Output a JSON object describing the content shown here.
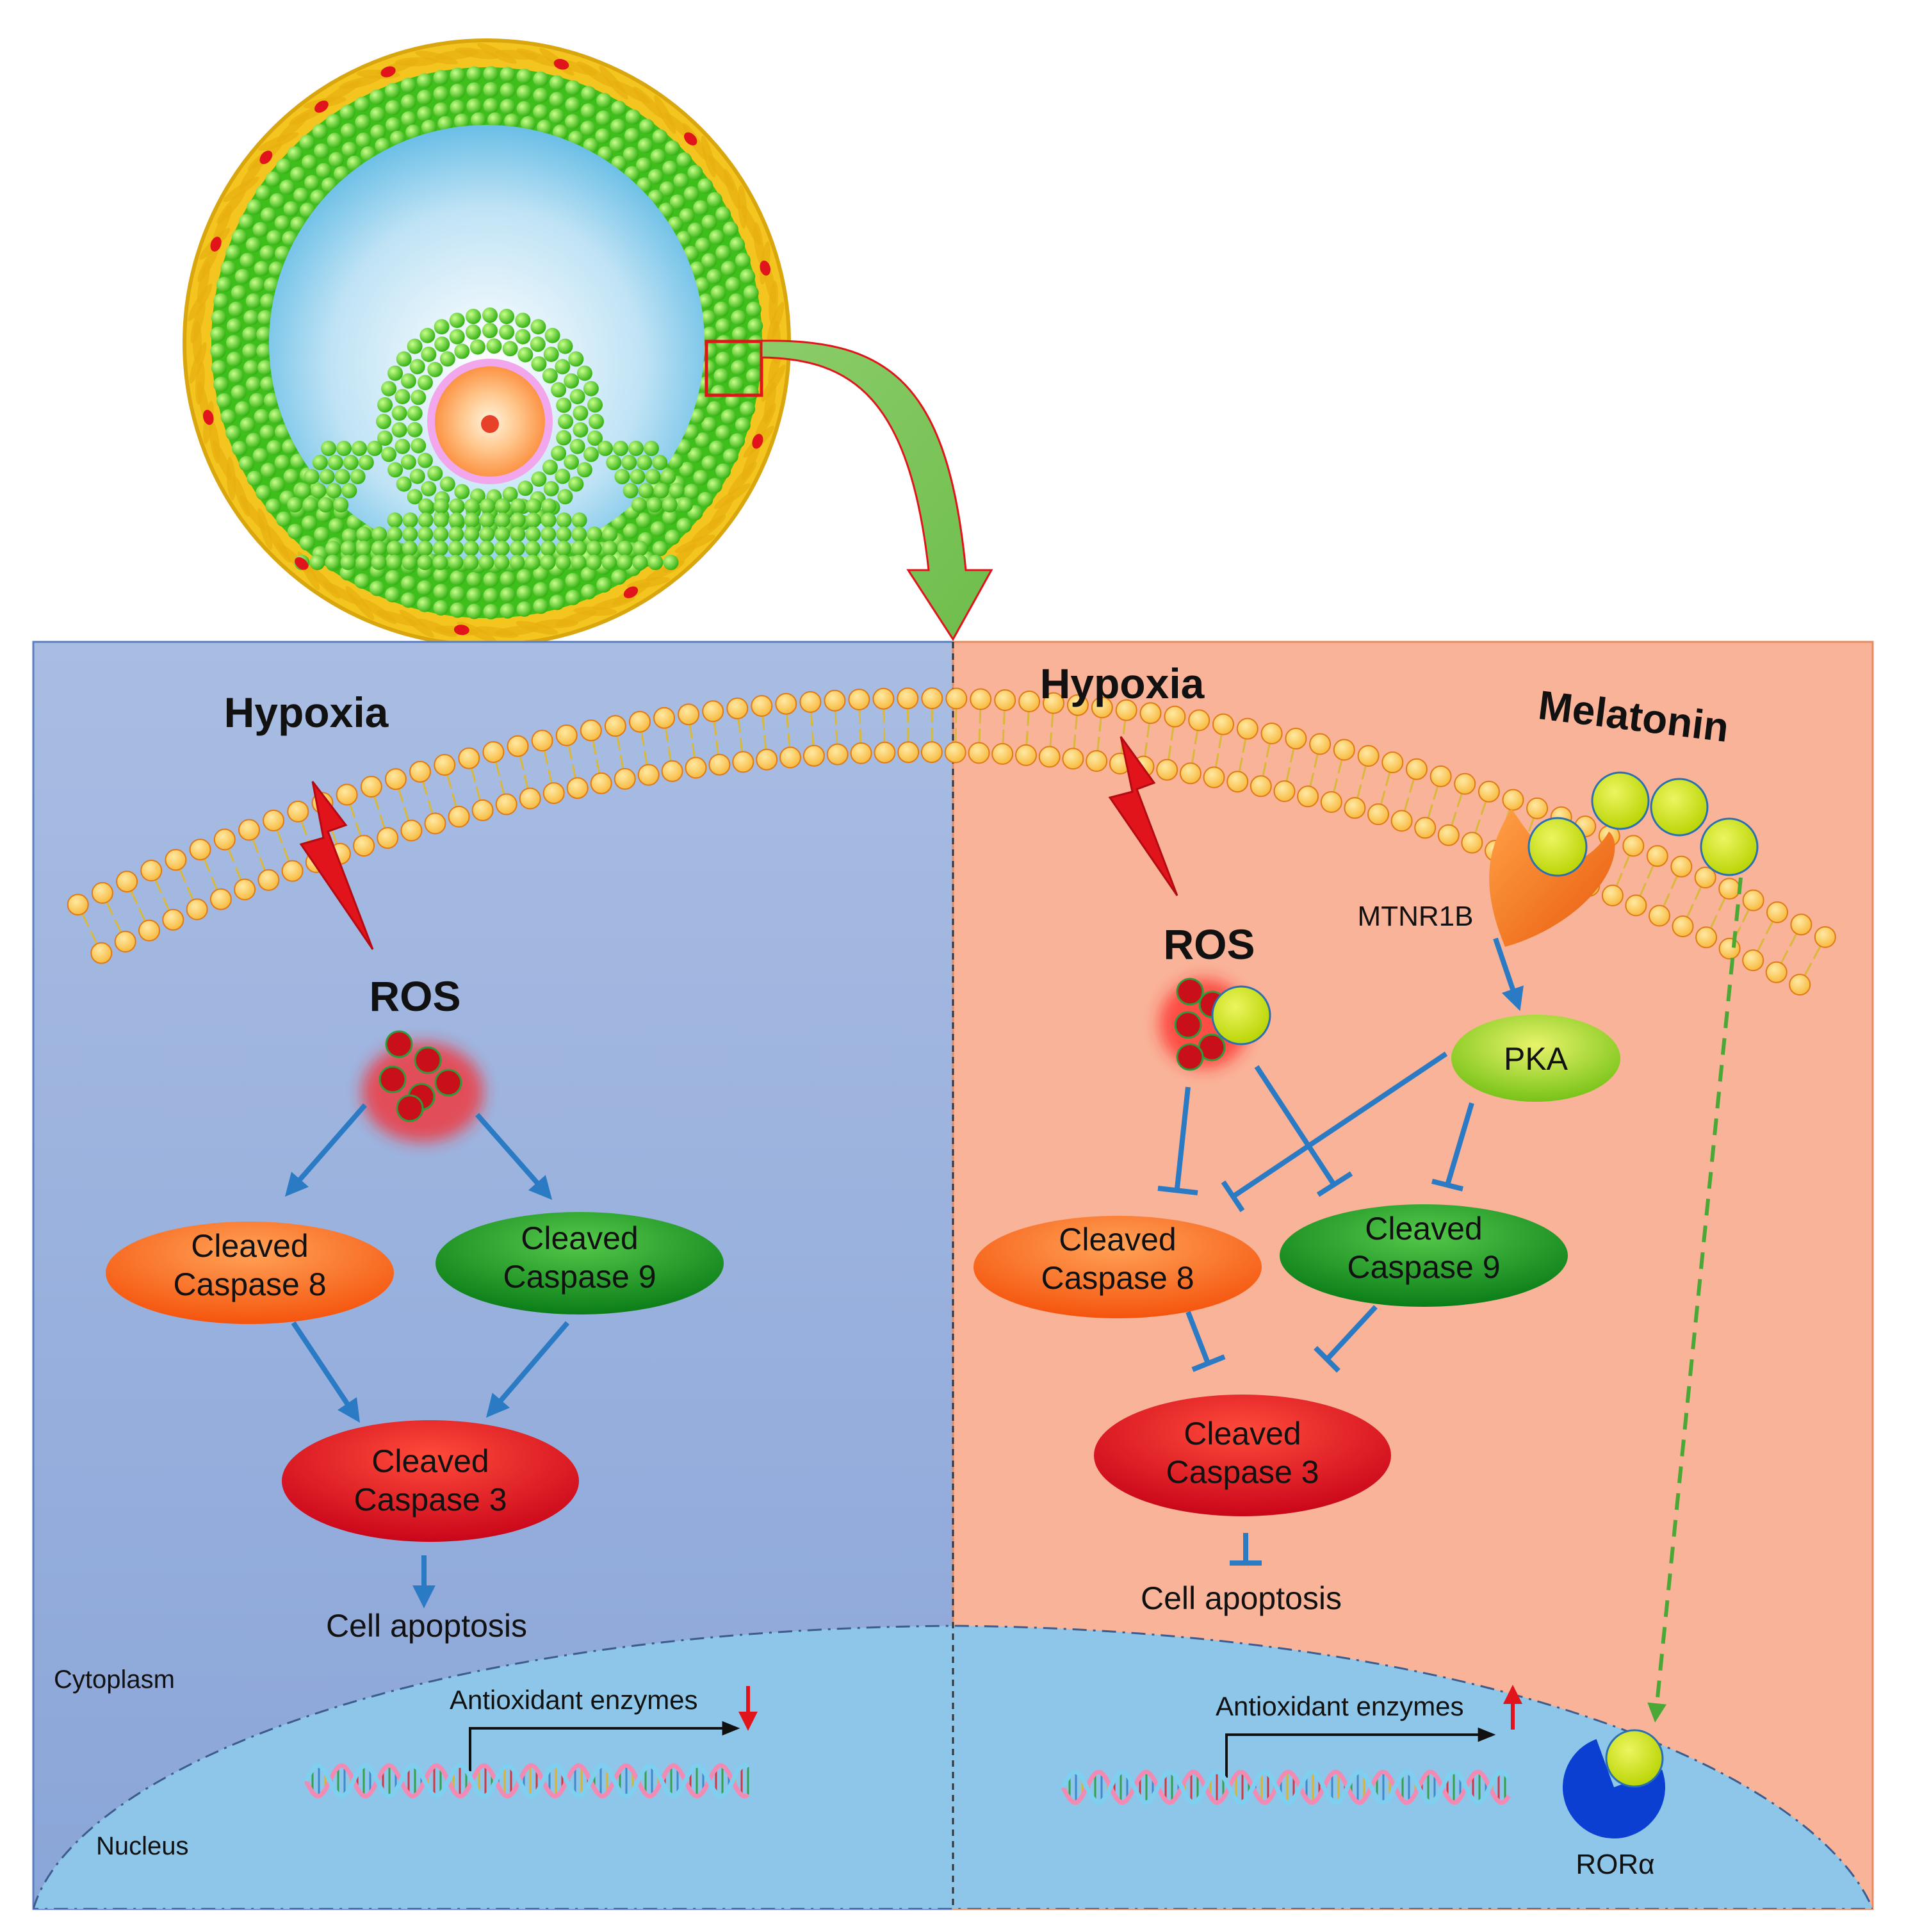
{
  "left_panel": {
    "hypoxia": "Hypoxia",
    "ros": "ROS",
    "caspase8": [
      "Cleaved",
      "Caspase 8"
    ],
    "caspase9": [
      "Cleaved",
      "Caspase 9"
    ],
    "caspase3": [
      "Cleaved",
      "Caspase 3"
    ],
    "apoptosis": "Cell apoptosis",
    "cytoplasm": "Cytoplasm",
    "nucleus": "Nucleus",
    "antioxidant": "Antioxidant enzymes"
  },
  "right_panel": {
    "hypoxia": "Hypoxia",
    "melatonin": "Melatonin",
    "ros": "ROS",
    "receptor": "MTNR1B",
    "pka": "PKA",
    "caspase8": [
      "Cleaved",
      "Caspase 8"
    ],
    "caspase9": [
      "Cleaved",
      "Caspase 9"
    ],
    "caspase3": [
      "Cleaved",
      "Caspase 3"
    ],
    "apoptosis": "Cell apoptosis",
    "antioxidant": "Antioxidant enzymes",
    "nuclear_receptor": "RORα"
  },
  "colors": {
    "left_bg": "#9db1de",
    "right_bg": "#f9b399",
    "nucleus": "#8dc6e8",
    "arrow": "#2a7ac4",
    "caspase8": "#fb6b1e",
    "caspase9": "#1b9a27",
    "caspase3": "#e0161e",
    "melatonin": "#d2e200",
    "ros": "#d8121a",
    "up_down_arrow": "#e0141a",
    "dashed_arrow": "#49a836"
  }
}
